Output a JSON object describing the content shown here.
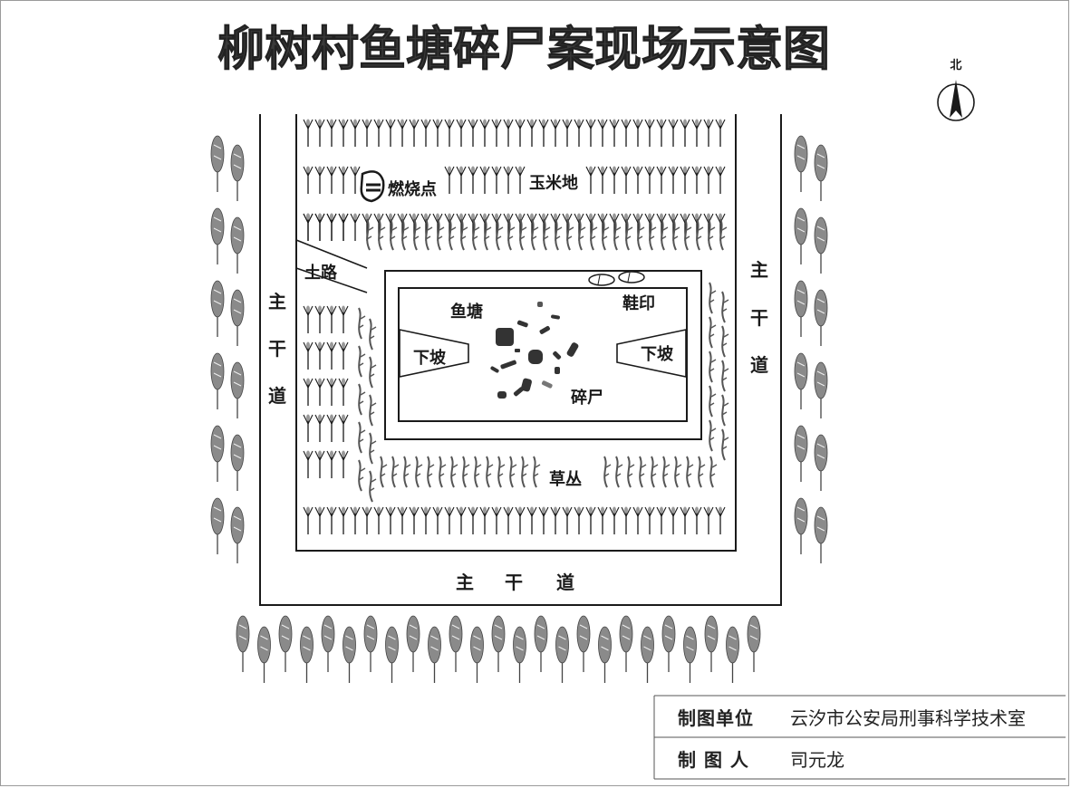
{
  "title": "柳树村鱼塘碎尸案现场示意图",
  "compass": {
    "label": "北",
    "icon": "north-arrow-icon"
  },
  "labels": {
    "burn_point": "燃烧点",
    "corn_field": "玉米地",
    "dirt_road": "土路",
    "fish_pond": "鱼塘",
    "shoe_print": "鞋印",
    "slope_left": "下坡",
    "slope_right": "下坡",
    "remains": "碎尸",
    "grass": "草丛",
    "road_char_1": "主",
    "road_char_2": "干",
    "road_char_3": "道"
  },
  "legend": {
    "unit_label": "制图单位",
    "unit_value": "云汐市公安局刑事科学技术室",
    "maker_label": "制 图 人",
    "maker_value": "司元龙"
  },
  "colors": {
    "line": "#1a1a1a",
    "tree": "#8a8a8a",
    "pieces": "#3a3a3a"
  }
}
